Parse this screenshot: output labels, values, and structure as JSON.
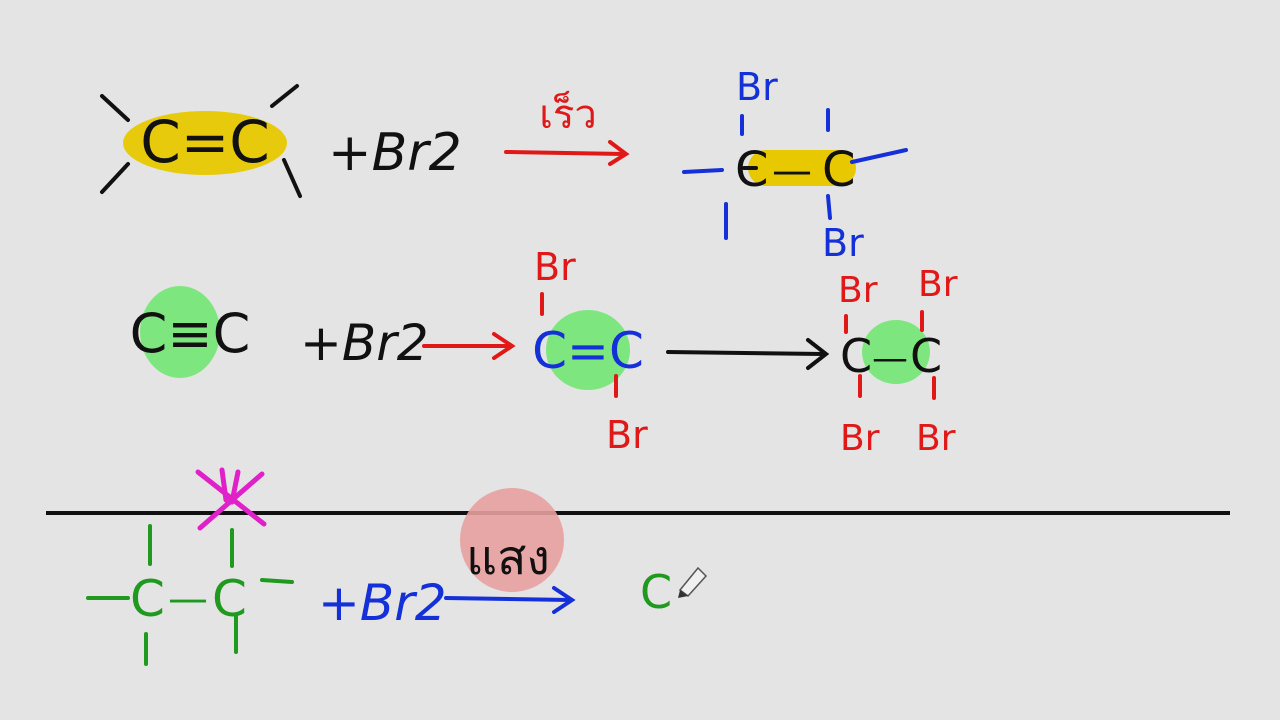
{
  "colors": {
    "background": "#e4e4e4",
    "ink_black": "#111111",
    "ink_red": "#e01818",
    "ink_blue": "#1430d8",
    "ink_green": "#1f9a1f",
    "ink_magenta": "#e020c8",
    "highlight_yellow": "#e8c800",
    "highlight_green": "#7ee67e",
    "highlight_pink": "#e8a0a0"
  },
  "reaction1": {
    "reactant": "C=C",
    "reagent": "+Br2",
    "condition": "เร็ว",
    "product_left_c": "C",
    "product_bond": "—",
    "product_right_c": "C",
    "substituent_top": "Br",
    "substituent_bottom": "Br"
  },
  "reaction2": {
    "reactant": "C≡C",
    "reagent": "+Br2",
    "intermediate": "C=C",
    "intermediate_sub_top": "Br",
    "intermediate_sub_bottom": "Br",
    "product_left_c": "C",
    "product_bond": "—",
    "product_right_c": "C",
    "product_sub_top_left": "Br",
    "product_sub_top_right": "Br",
    "product_sub_bottom_left": "Br",
    "product_sub_bottom_right": "Br"
  },
  "reaction3": {
    "reactant_left_c": "C",
    "reactant_bond": "—",
    "reactant_right_c": "C",
    "reagent": "+Br2",
    "condition": "แสง",
    "product_partial": "C"
  },
  "tools": {
    "pen": "pen-cursor-icon"
  }
}
